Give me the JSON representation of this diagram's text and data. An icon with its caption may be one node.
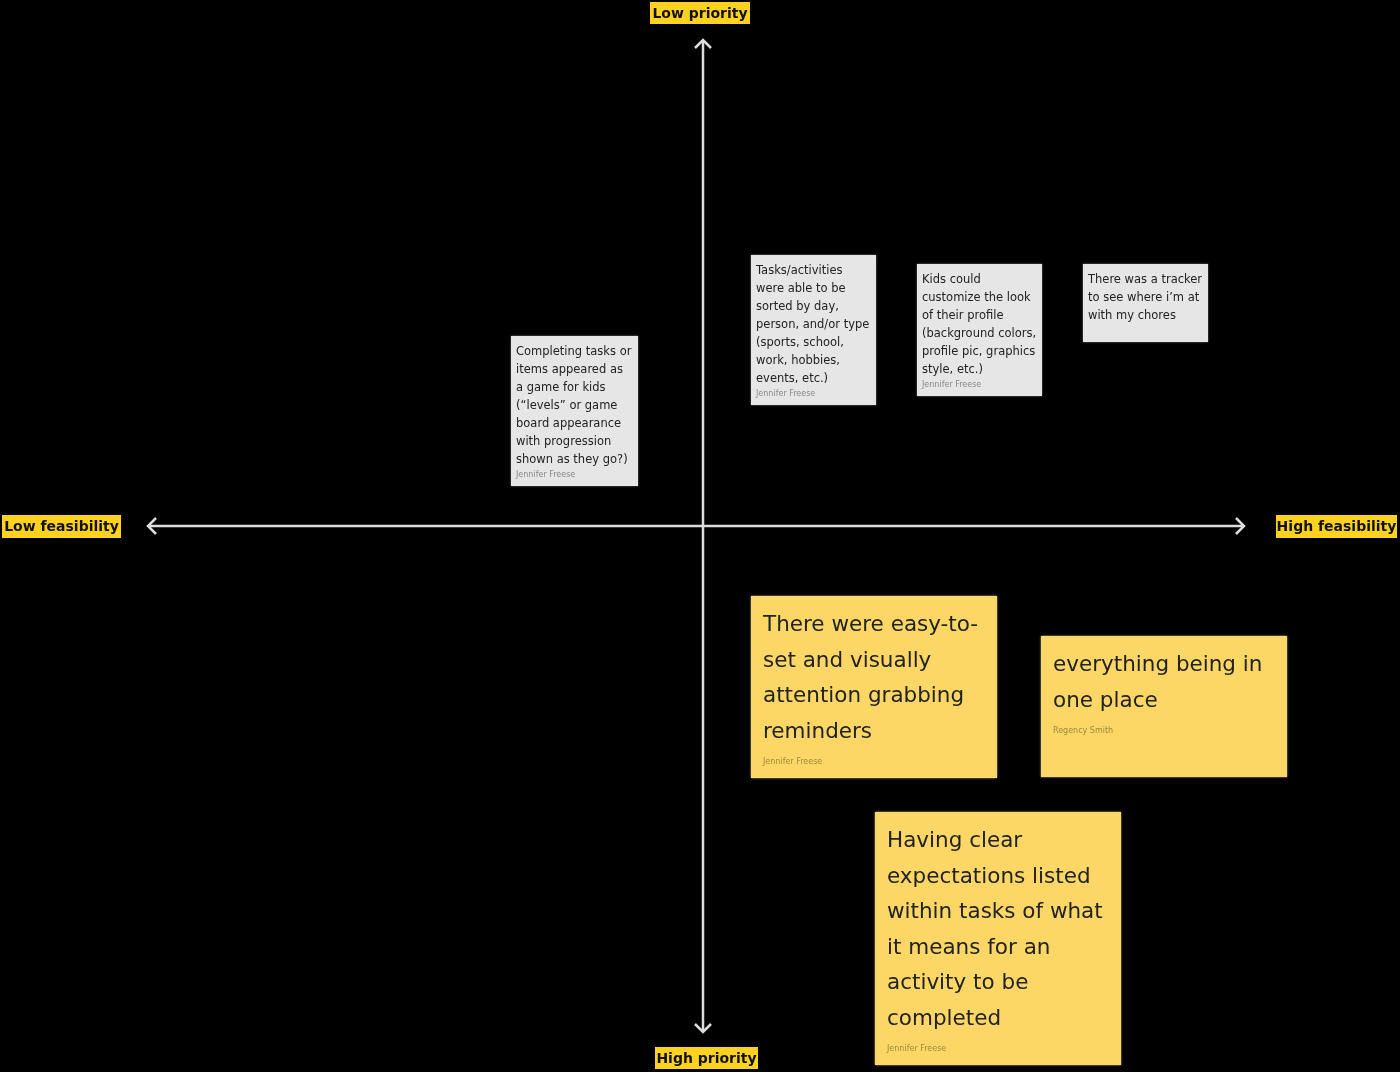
{
  "diagram": {
    "nodes": [
      {
        "text": [
          "Low priority"
        ]
      },
      {
        "text": [
          "Low feasibility"
        ]
      },
      {
        "text": [
          "High feasibility"
        ]
      },
      {
        "text": [
          "High priority"
        ]
      },
      {
        "text": [
          "Completing tasks or items appeared as a game for kids (“levels” or game board appearance with progression shown as they go?)",
          "Jennifer Freese"
        ]
      },
      {
        "text": [
          "Tasks/activities were able to be sorted by day, person, and/or type (sports, school, work, hobbies, events, etc.)",
          "Jennifer Freese"
        ]
      },
      {
        "text": [
          "Kids could customize the look of their profile (background colors, profile pic, graphics style, etc.)",
          "Jennifer Freese"
        ]
      },
      {
        "text": [
          "There was a tracker to see where i’m at with my chores"
        ]
      },
      {
        "text": [
          "There were easy-to-set and visually attention grabbing reminders",
          "Jennifer Freese"
        ]
      },
      {
        "text": [
          "everything being in one place",
          "Regency Smith"
        ]
      },
      {
        "text": [
          "Having clear expectations listed within tasks of what it means for an activity to be completed",
          "Jennifer Freese"
        ]
      }
    ]
  }
}
